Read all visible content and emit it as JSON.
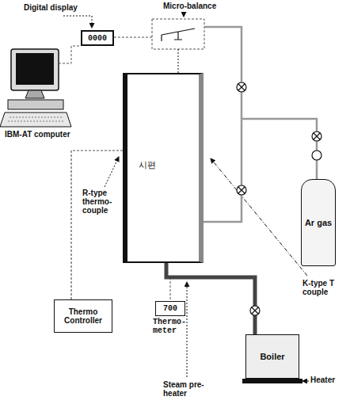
{
  "diagram": {
    "nodes": [
      {
        "text": [
          "0000"
        ]
      },
      {
        "text": [
          "시편"
        ]
      },
      {
        "text": [
          "Thermo Controller"
        ]
      },
      {
        "text": [
          "700",
          "Thermo-meter"
        ]
      },
      {
        "text": [
          "Boiler"
        ]
      },
      {
        "text": [
          "Ar gas"
        ]
      }
    ],
    "edges": [
      {
        "from": 2,
        "to": 1,
        "arrow": "none"
      },
      {
        "from": 4,
        "to": 1,
        "arrow": "none"
      },
      {
        "from": 5,
        "to": 1,
        "arrow": "none"
      }
    ],
    "labels": [
      "Digital display",
      "Micro-balance",
      "IBM-AT computer",
      "R-type thermo-couple",
      "K-type T couple",
      "Steam pre-heater",
      "Heater"
    ]
  }
}
